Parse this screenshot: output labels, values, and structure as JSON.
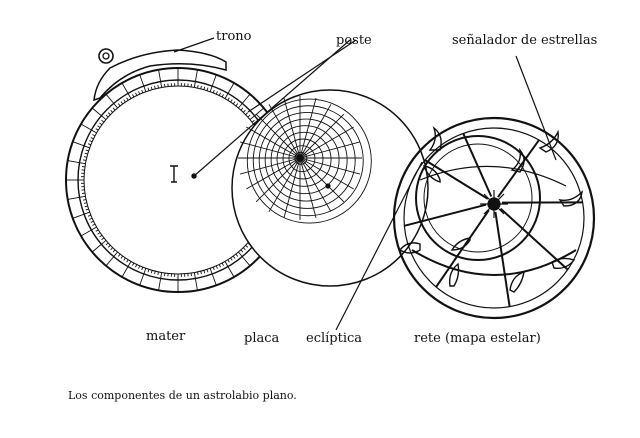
{
  "labels": {
    "trono": "trono",
    "poste": "poste",
    "senalador": "señalador de estrellas",
    "mater": "mater",
    "placa": "placa",
    "ecliptica": "eclíptica",
    "rete": "rete (mapa estelar)"
  },
  "caption": "Los componentes de un astrolabio plano.",
  "ink_color": "#111111"
}
